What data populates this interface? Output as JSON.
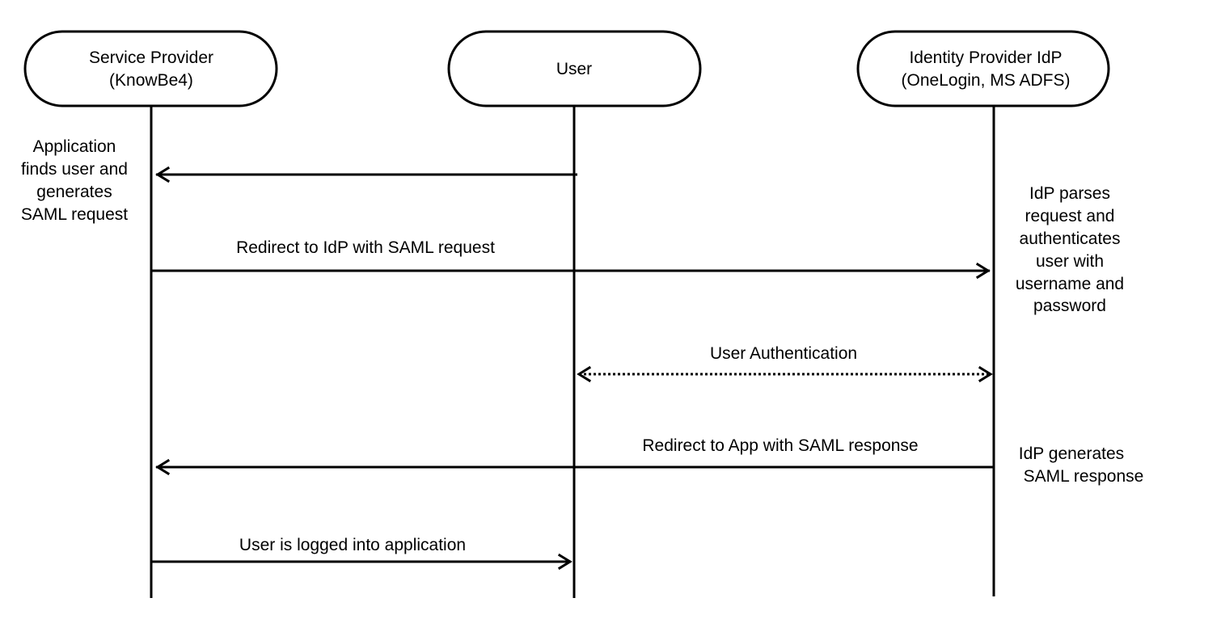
{
  "actors": {
    "service_provider": {
      "lines": [
        "Service Provider",
        "(KnowBe4)"
      ]
    },
    "user": {
      "lines": [
        "User"
      ]
    },
    "identity_provider": {
      "lines": [
        "Identity Provider IdP",
        "(OneLogin, MS ADFS)"
      ]
    }
  },
  "messages": {
    "user_to_sp": "",
    "redirect_to_idp": "Redirect to IdP with SAML request",
    "user_authentication": "User Authentication",
    "redirect_to_app": "Redirect to App with SAML response",
    "user_logged_in": "User is logged into application"
  },
  "notes": {
    "sp_generates_request": [
      "Application",
      "finds user and",
      "generates",
      "SAML request"
    ],
    "idp_parses_request": [
      "IdP parses",
      "request and",
      "authenticates",
      "user with",
      "username and",
      "password"
    ],
    "idp_generates_response": [
      "IdP generates",
      "SAML response"
    ]
  }
}
